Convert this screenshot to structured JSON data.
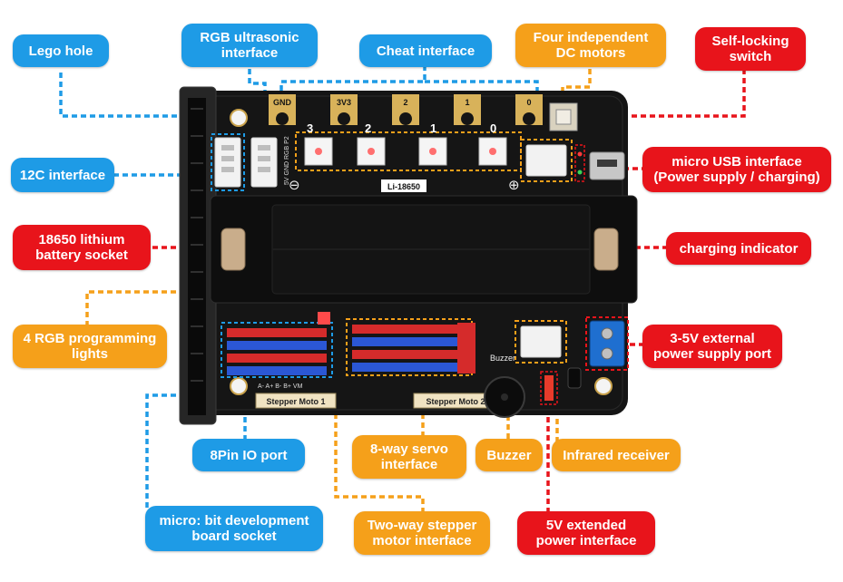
{
  "colors": {
    "blue": "#1e9be6",
    "orange": "#f5a01a",
    "red": "#e8141b",
    "pcb": "#151515",
    "battery_holder": "#0e0e0e",
    "gold_pad": "#d8b25a"
  },
  "board": {
    "silkscreen": {
      "pad_labels": [
        "GND",
        "3V3",
        "2",
        "1",
        "0"
      ],
      "led_numbers": [
        "3",
        "2",
        "1",
        "0"
      ],
      "battery_label": "Li-18650",
      "minus": "⊖",
      "plus": "⊕",
      "buzzer_label": "Buzzer",
      "stepper_1": "Stepper Moto 1",
      "stepper_2": "Stepper Moto 2",
      "header_pins_left": "5V GND RGB P2",
      "servo_pins": "A- A+ B- B+ VM"
    }
  },
  "callouts": {
    "lego_hole": "Lego hole",
    "rgb_ultrasonic": "RGB ultrasonic\ninterface",
    "cheat_interface": "Cheat interface",
    "four_dc_motors": "Four independent\nDC motors",
    "self_locking": "Self-locking\nswitch",
    "i2c_interface": "12C interface",
    "micro_usb": "micro USB interface\n(Power supply / charging)",
    "battery_socket": "18650 lithium\nbattery socket",
    "charging_indicator": "charging indicator",
    "rgb_lights": "4 RGB programming\nlights",
    "external_power": "3-5V external\npower supply port",
    "io_port": "8Pin IO port",
    "servo_interface": "8-way servo\ninterface",
    "buzzer": "Buzzer",
    "infrared": "Infrared receiver",
    "microbit_socket": "micro: bit development\nboard socket",
    "stepper_interface": "Two-way stepper\nmotor interface",
    "ext_5v": "5V extended\npower interface"
  }
}
